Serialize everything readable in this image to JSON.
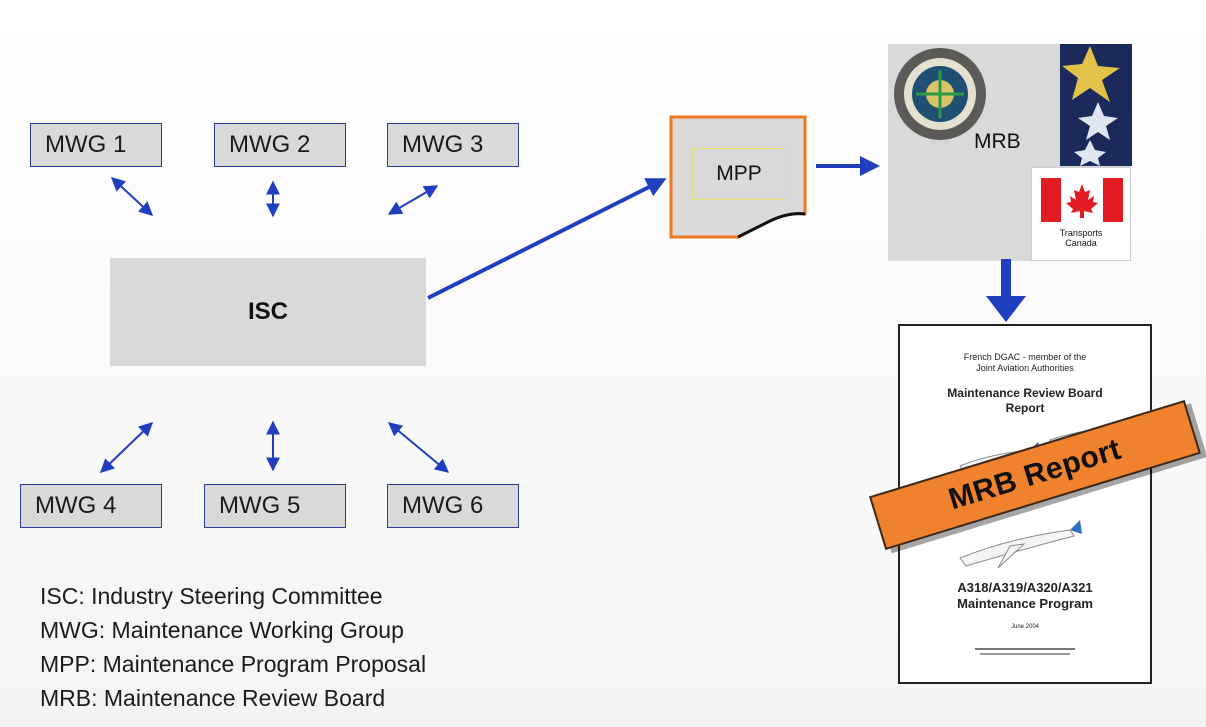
{
  "mwg_boxes": [
    {
      "label": "MWG 1"
    },
    {
      "label": "MWG 2"
    },
    {
      "label": "MWG 3"
    },
    {
      "label": "MWG 4"
    },
    {
      "label": "MWG 5"
    },
    {
      "label": "MWG 6"
    }
  ],
  "isc": {
    "label": "ISC"
  },
  "mpp": {
    "label": "MPP"
  },
  "mrb": {
    "label": "MRB"
  },
  "transports_canada": {
    "line1": "Transports",
    "line2": "Canada"
  },
  "report": {
    "header1": "French DGAC - member of the",
    "header2": "Joint Aviation Authorities",
    "title1": "Maintenance Review Board",
    "title2": "Report",
    "program1": "A318/A319/A320/A321",
    "program2": "Maintenance Program",
    "date": "June 2004",
    "banner": "MRB Report"
  },
  "legend": [
    "ISC: Industry Steering Committee",
    "MWG: Maintenance Working  Group",
    "MPP: Maintenance Program  Proposal",
    "MRB: Maintenance Review Board"
  ],
  "colors": {
    "box_fill": "#d9d9d9",
    "box_border": "#2c3c96",
    "arrow_blue": "#1f3fbf",
    "mpp_border": "#f07820",
    "banner_orange": "#f0822d"
  }
}
